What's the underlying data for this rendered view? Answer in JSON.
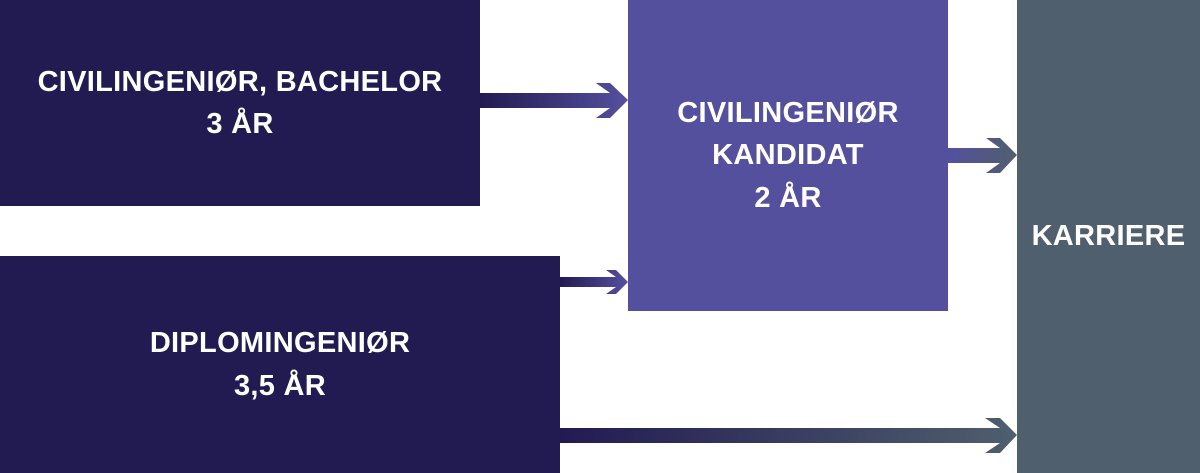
{
  "boxes": {
    "bachelor": {
      "line1": "CIVILINGENIØR, BACHELOR",
      "line2": "3 ÅR"
    },
    "diplom": {
      "line1": "DIPLOMINGENIØR",
      "line2": "3,5 ÅR"
    },
    "kandidat": {
      "line1": "CIVILINGENIØR",
      "line2": "KANDIDAT",
      "line3": "2 ÅR"
    },
    "karriere": {
      "line1": "KARRIERE"
    }
  },
  "colors": {
    "dark": "#221b52",
    "purple": "#55509e",
    "slate": "#4f5f6e"
  }
}
